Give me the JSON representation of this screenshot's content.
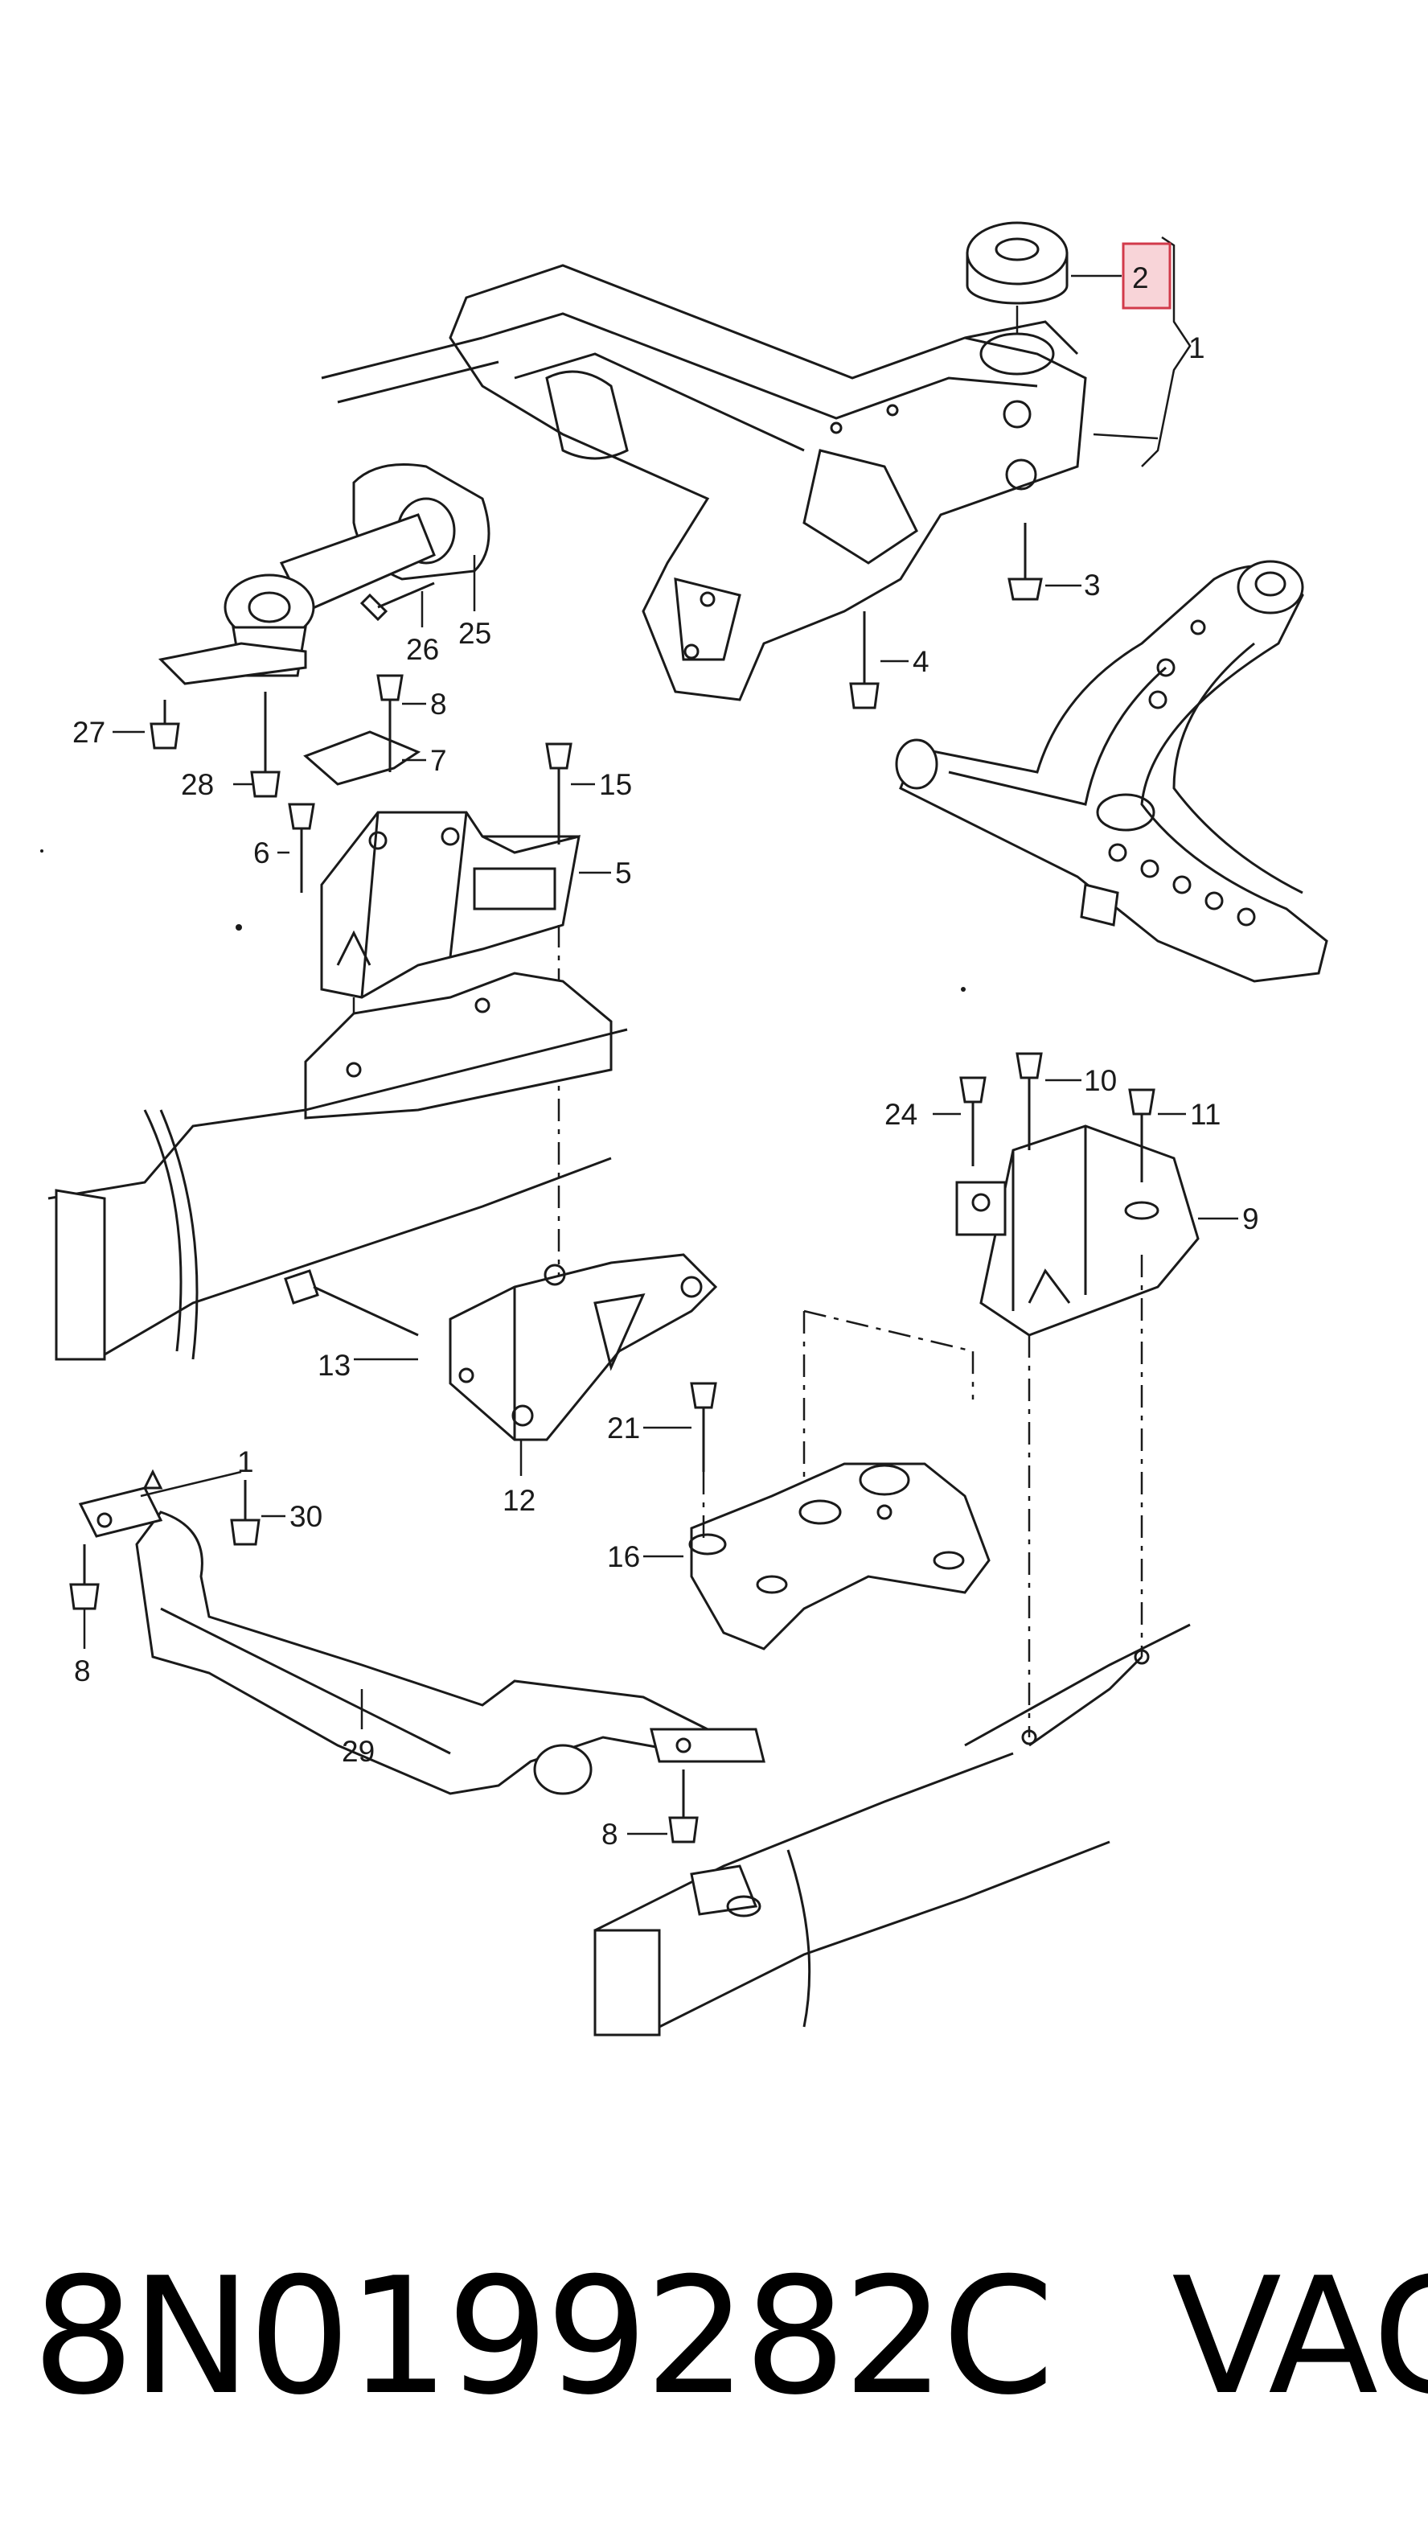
{
  "diagram": {
    "callouts": {
      "c1a": "1",
      "c2": "2",
      "c3": "3",
      "c4": "4",
      "c5": "5",
      "c6": "6",
      "c7": "7",
      "c8a": "8",
      "c8b": "8",
      "c8c": "8",
      "c9": "9",
      "c10": "10",
      "c11": "11",
      "c12": "12",
      "c13": "13",
      "c15": "15",
      "c16": "16",
      "c21": "21",
      "c24": "24",
      "c25": "25",
      "c26": "26",
      "c27": "27",
      "c28": "28",
      "c29": "29",
      "c30": "30",
      "c1b": "1"
    },
    "highlighted_callout": "2",
    "highlight_color": "#d23a4a"
  },
  "caption": {
    "part_number": "8N0199282C",
    "brand": "VAG"
  }
}
